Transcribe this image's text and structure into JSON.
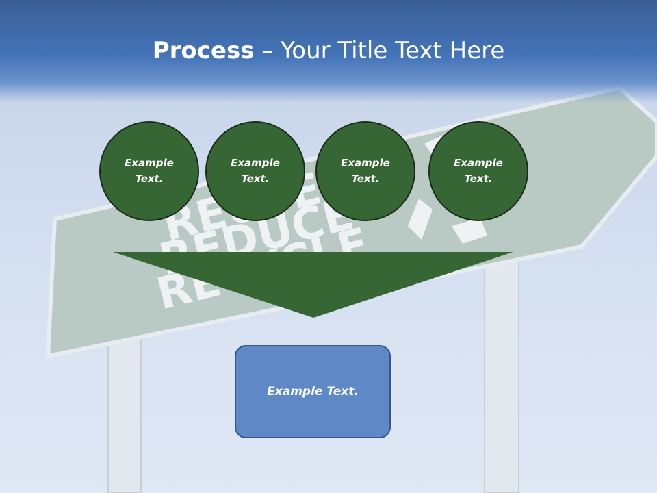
{
  "title": {
    "bold": "Process",
    "rest": " – Your Title Text Here"
  },
  "circles": [
    {
      "line1": "Example",
      "line2": "Text."
    },
    {
      "line1": "Example",
      "line2": "Text."
    },
    {
      "line1": "Example",
      "line2": "Text."
    },
    {
      "line1": "Example",
      "line2": "Text."
    }
  ],
  "box": {
    "label": "Example Text."
  },
  "colors": {
    "circle": "#356633",
    "arrow": "#356633",
    "box": "#5f88c6",
    "header": "#4474b8"
  }
}
